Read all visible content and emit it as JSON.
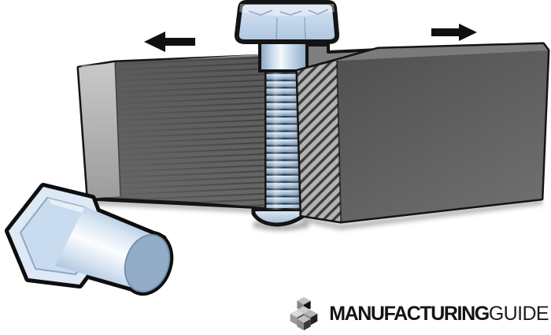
{
  "illustration": {
    "name": "flat-die thread rolling process",
    "left_die": {
      "label": "moving flat die (serrated face)",
      "motion": "left"
    },
    "right_die": {
      "label": "moving flat die (hatched thread-forming face)",
      "motion": "right"
    },
    "workpiece": {
      "label": "bolt blank being thread-rolled",
      "material_color": "light blue"
    },
    "finished_part": {
      "label": "hex bolt blank in foreground"
    },
    "arrows": {
      "left_arrow": "←",
      "right_arrow": "→"
    }
  },
  "logo": {
    "brand_bold": "MANUFACTURING",
    "brand_light": "GUIDE",
    "icon": "isometric-cubes-logo"
  },
  "colors": {
    "background": "#ffffff",
    "outline_black": "#141414",
    "die_front_gray": "#5e5e5e",
    "die_end_light_gray": "#b5b5b5",
    "die_top_gray": "#7d7d7d",
    "hatch_base": "#b3b3b3",
    "hatch_stripe": "#3e3e3e",
    "bolt_blue_light": "#d6e4f2",
    "bolt_blue_mid": "#a9c6e1",
    "bolt_blue_dark": "#8fa9c9",
    "arrow_black": "#101010"
  }
}
